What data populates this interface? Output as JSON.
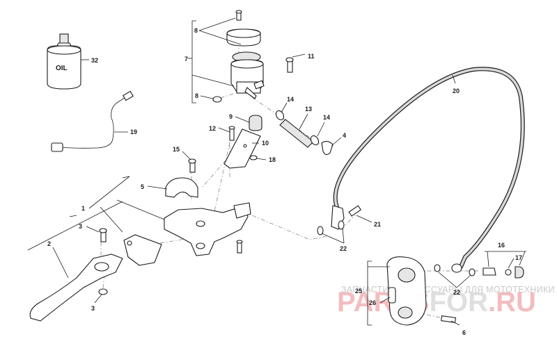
{
  "callouts": {
    "c1": "1",
    "c2": "2",
    "c3a": "3",
    "c3b": "3",
    "c4": "4",
    "c5": "5",
    "c6": "6",
    "c7": "7",
    "c8a": "8",
    "c8b": "8",
    "c9": "9",
    "c10": "10",
    "c11": "11",
    "c12": "12",
    "c13": "13",
    "c14a": "14",
    "c14b": "14",
    "c15": "15",
    "c16": "16",
    "c17": "17",
    "c18": "18",
    "c19": "19",
    "c20": "20",
    "c21": "21",
    "c22a": "22",
    "c22b": "22",
    "c25": "25",
    "c26": "26",
    "c32": "32"
  },
  "oil_label": "OIL",
  "watermark": {
    "line1": "ЗАПЧАСТИ И АКСЕССУАРЫ ДЛЯ МОТОТЕХНИКИ",
    "brand_a": "PARTS",
    "brand_b": "FOR",
    "brand_c": ".RU"
  },
  "colors": {
    "ink": "#1a1a1a",
    "watermark_red": "#f2b2b6",
    "watermark_grey": "#c9c9c9"
  }
}
